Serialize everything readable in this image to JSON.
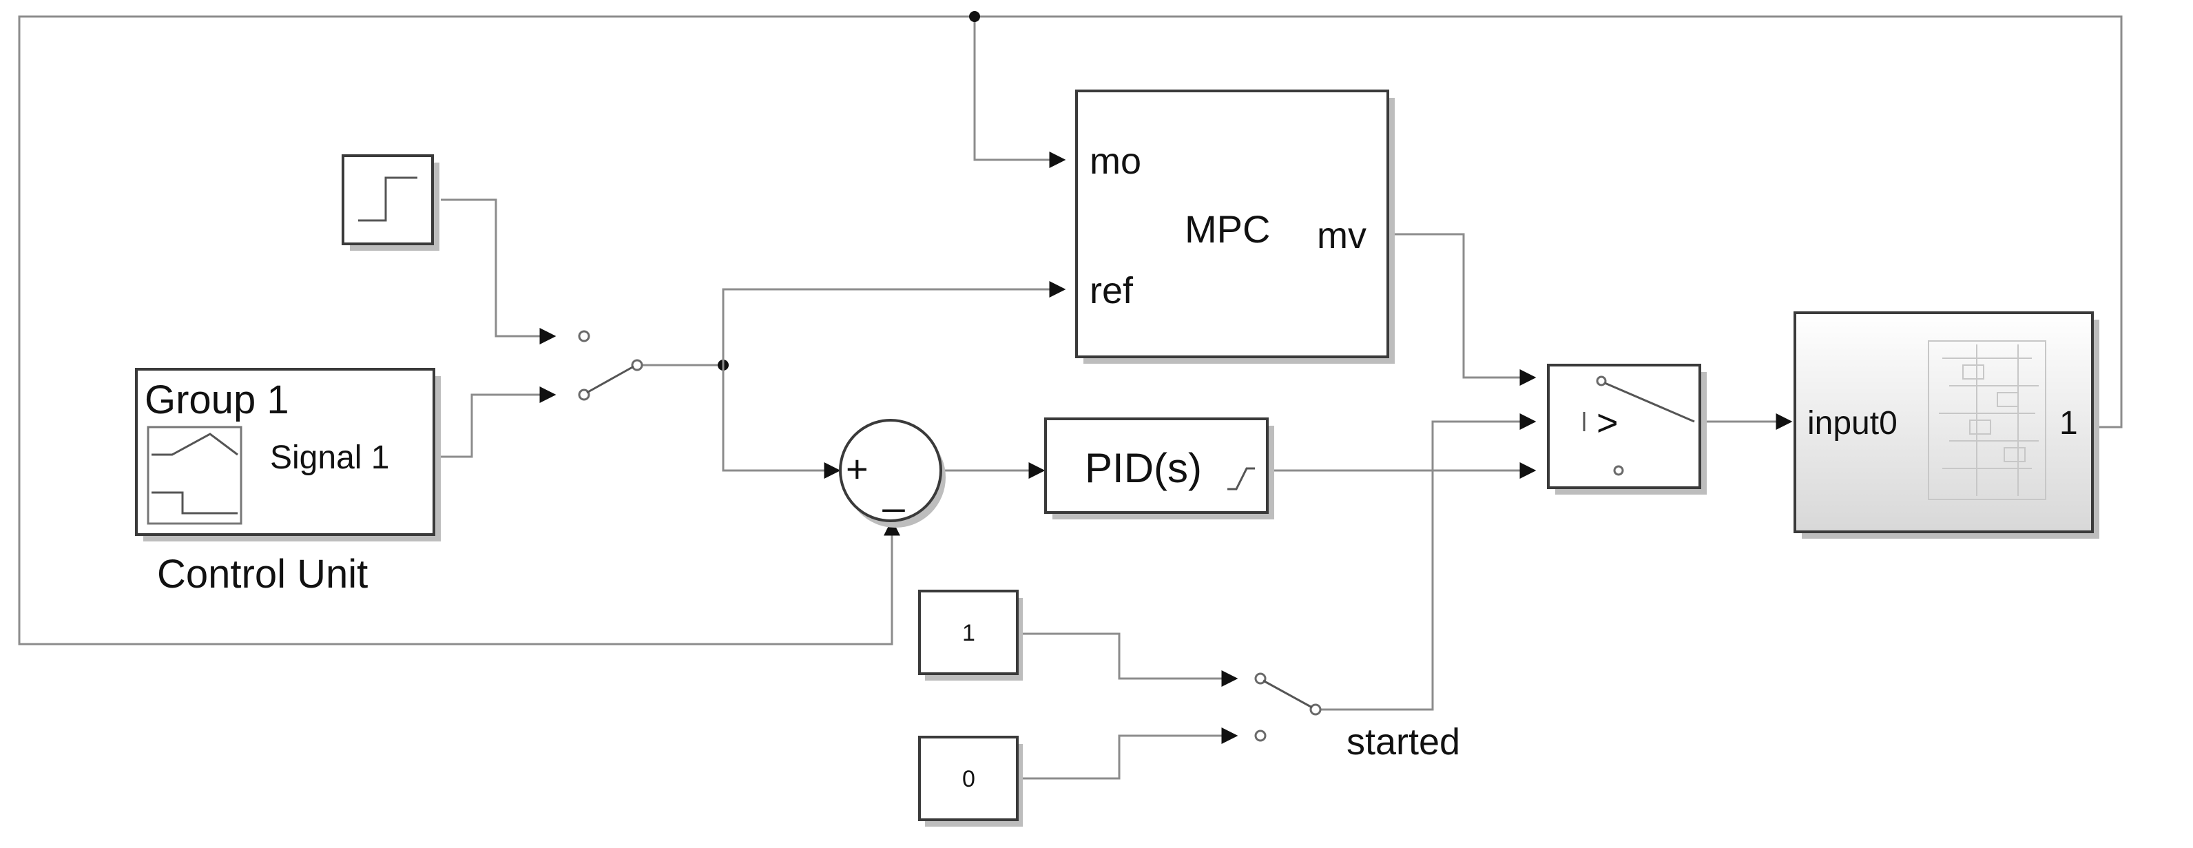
{
  "colors": {
    "block_border": "#3a3a3a",
    "wire": "#8c8c8c",
    "arrow": "#111111"
  },
  "blocks": {
    "step": {
      "icon": "step-function-icon"
    },
    "signal_builder": {
      "group_label": "Group 1",
      "output_label": "Signal 1",
      "name": "Control Unit",
      "icon": "signal-waveform-icon"
    },
    "mpc": {
      "title": "MPC",
      "in1": "mo",
      "in2": "ref",
      "out": "mv"
    },
    "sum": {
      "plus": "+",
      "minus": "_"
    },
    "pid": {
      "label": "PID(s)",
      "icon": "saturation-icon"
    },
    "switch": {
      "criteria": ">"
    },
    "const_one": {
      "value": "1"
    },
    "const_zero": {
      "value": "0"
    },
    "manual_switch_name": "started",
    "plant": {
      "in_port": "input0",
      "out_port": "1",
      "icon": "subsystem-thumbnail-icon"
    }
  }
}
